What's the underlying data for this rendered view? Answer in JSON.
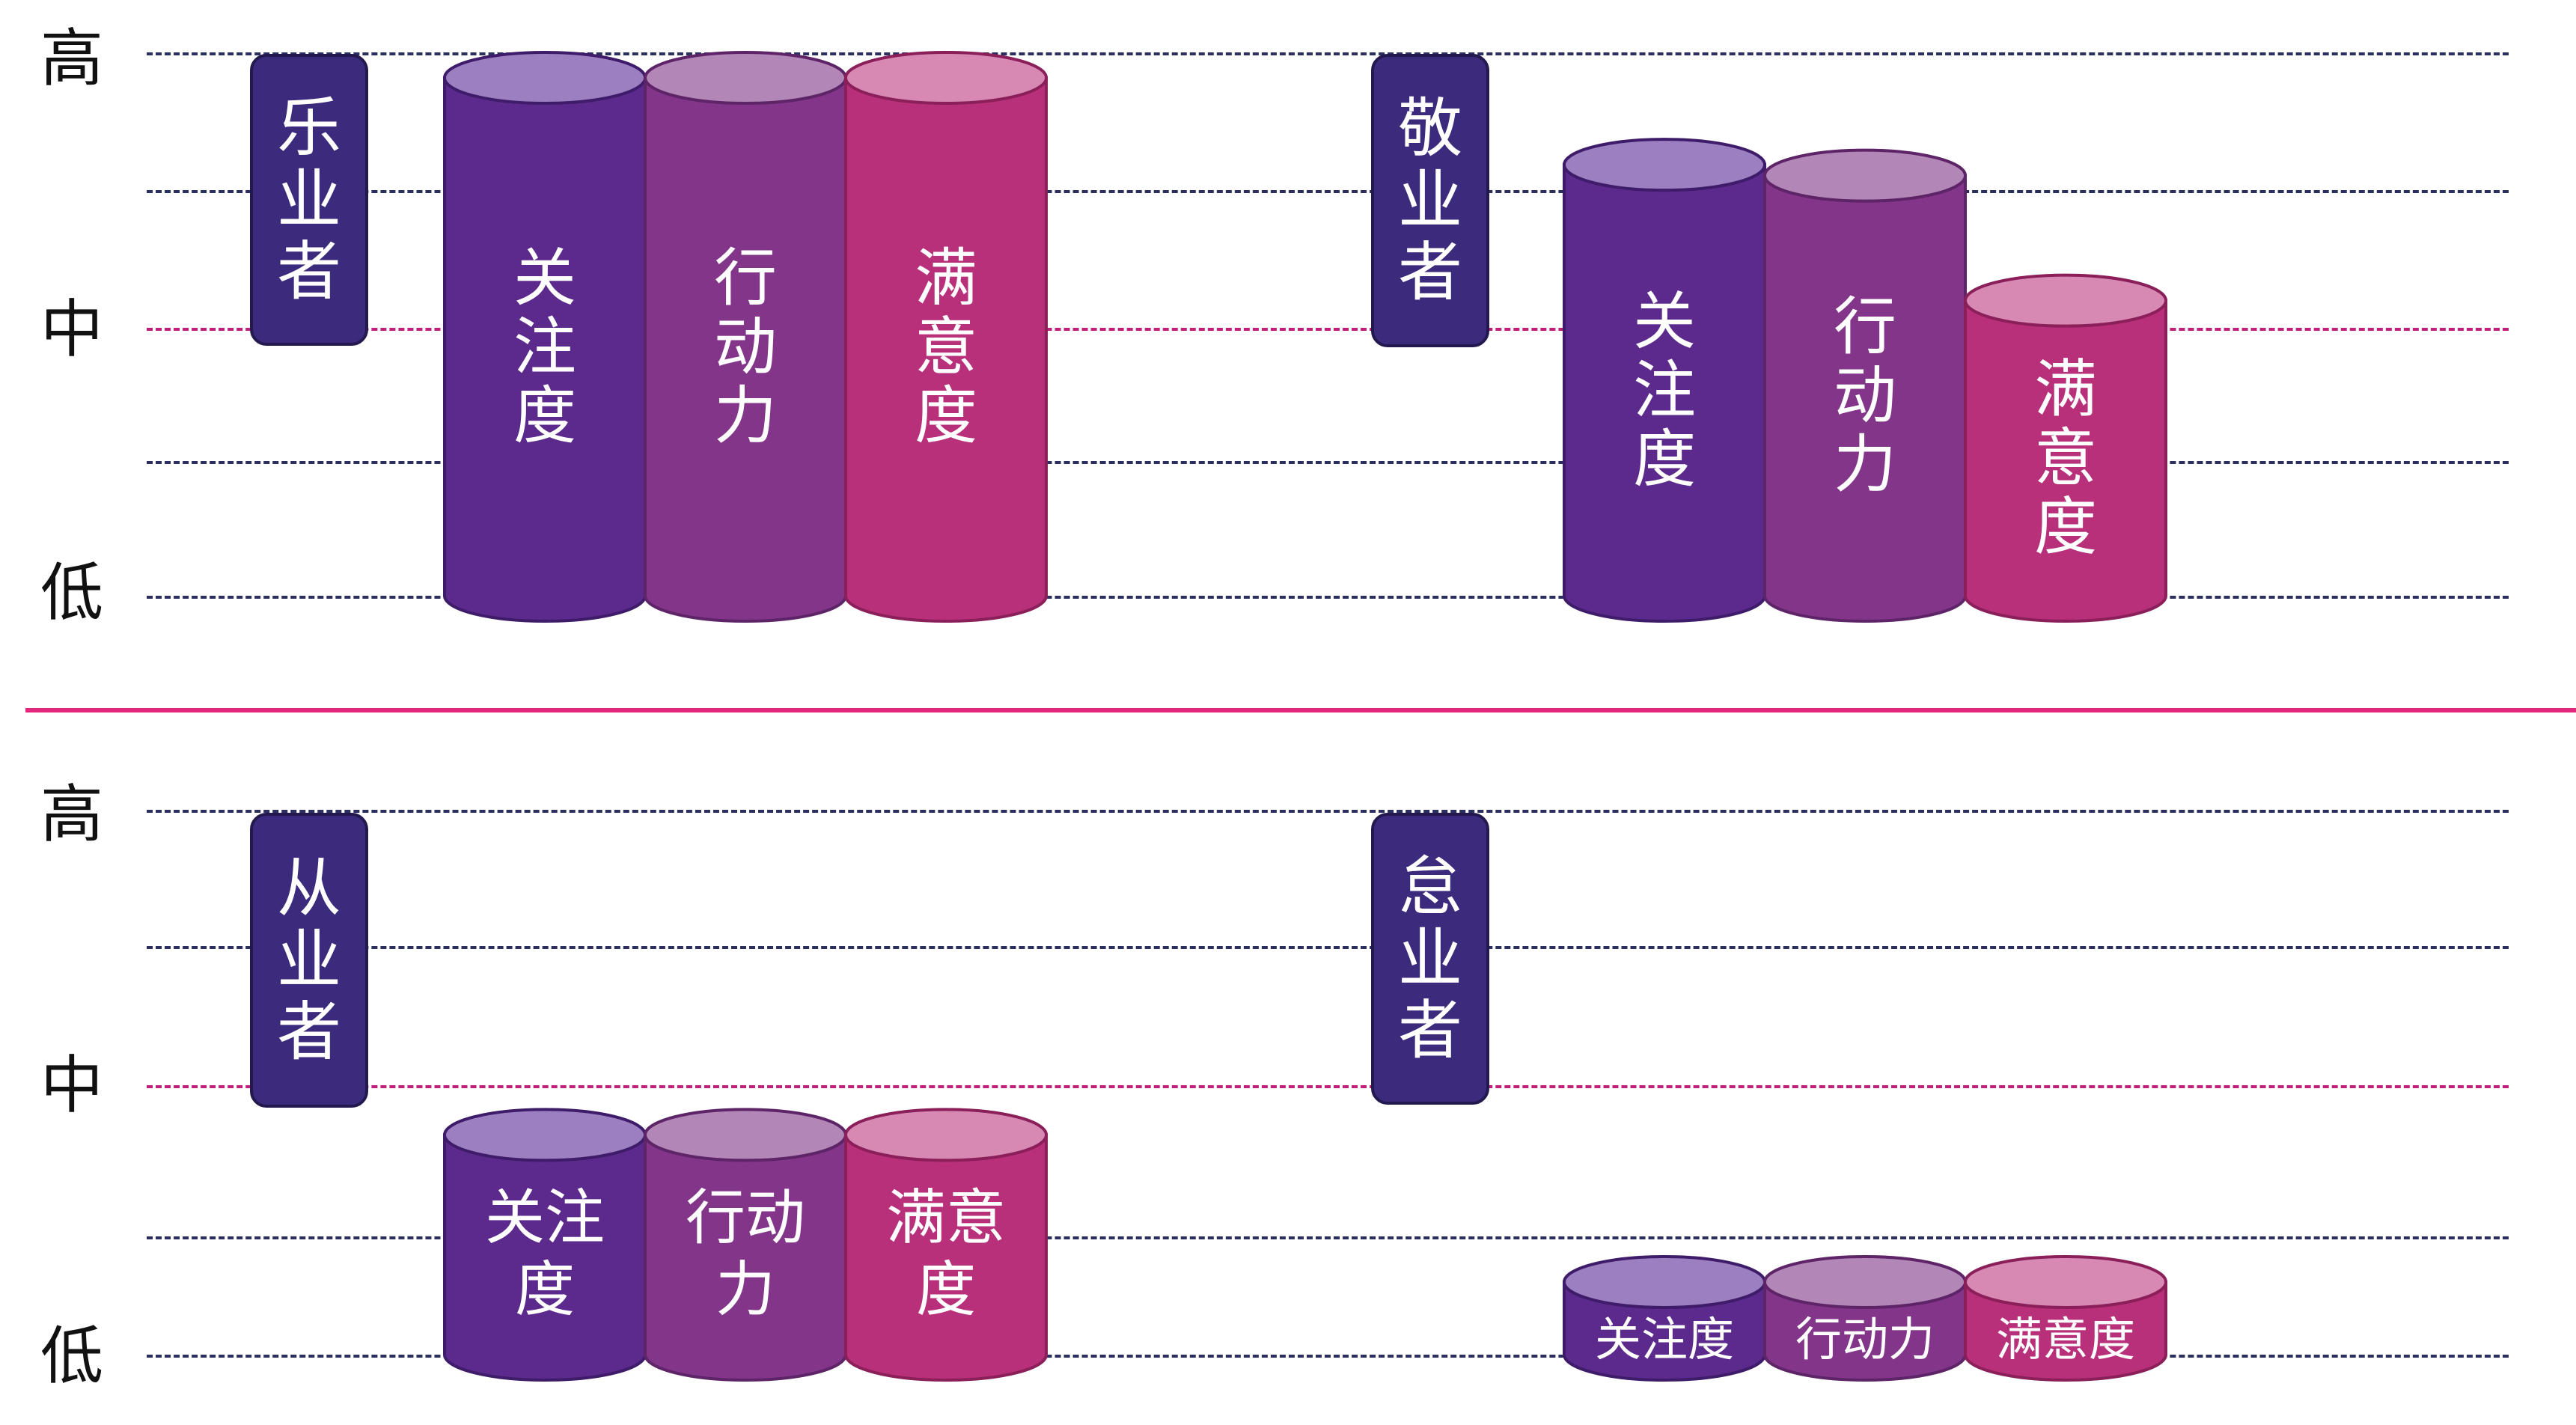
{
  "levels": {
    "high": "高",
    "mid": "中",
    "low": "低"
  },
  "colors": {
    "attention": "#5b2a8c",
    "action": "#83358a",
    "satisfaction": "#b8307a",
    "tag_bg": "#3c2a7d",
    "divider": "#e2277c"
  },
  "panels": [
    {
      "left": {
        "label": "乐业者",
        "bars": [
          {
            "label": "关注度",
            "level": 1.0
          },
          {
            "label": "行动力",
            "level": 1.0
          },
          {
            "label": "满意度",
            "level": 1.0
          }
        ]
      },
      "right": {
        "label": "敬业者",
        "bars": [
          {
            "label": "关注度",
            "level": 0.84
          },
          {
            "label": "行动力",
            "level": 0.82
          },
          {
            "label": "满意度",
            "level": 0.59
          }
        ]
      }
    },
    {
      "left": {
        "label": "从业者",
        "bars": [
          {
            "label": "关注度",
            "level": 0.45
          },
          {
            "label": "行动力",
            "level": 0.45
          },
          {
            "label": "满意度",
            "level": 0.45
          }
        ]
      },
      "right": {
        "label": "怠业者",
        "bars": [
          {
            "label": "关注度",
            "level": 0.18
          },
          {
            "label": "行动力",
            "level": 0.18
          },
          {
            "label": "满意度",
            "level": 0.18
          }
        ]
      }
    }
  ]
}
